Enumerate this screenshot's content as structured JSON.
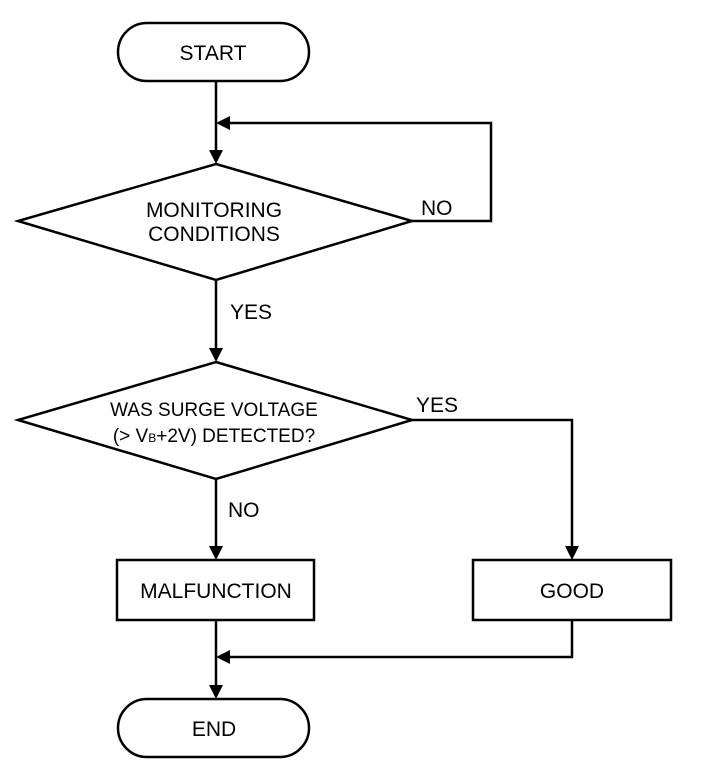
{
  "flowchart": {
    "start_label": "START",
    "monitoring": {
      "line1": "MONITORING",
      "line2": "CONDITIONS",
      "no_label": "NO",
      "yes_label": "YES"
    },
    "surge_check": {
      "line1": "WAS SURGE VOLTAGE",
      "line2_prefix": "(> V",
      "line2_subscript": "B",
      "line2_suffix": "+2V) DETECTED?",
      "yes_label": "YES",
      "no_label": "NO"
    },
    "malfunction_label": "MALFUNCTION",
    "good_label": "GOOD",
    "end_label": "END"
  }
}
